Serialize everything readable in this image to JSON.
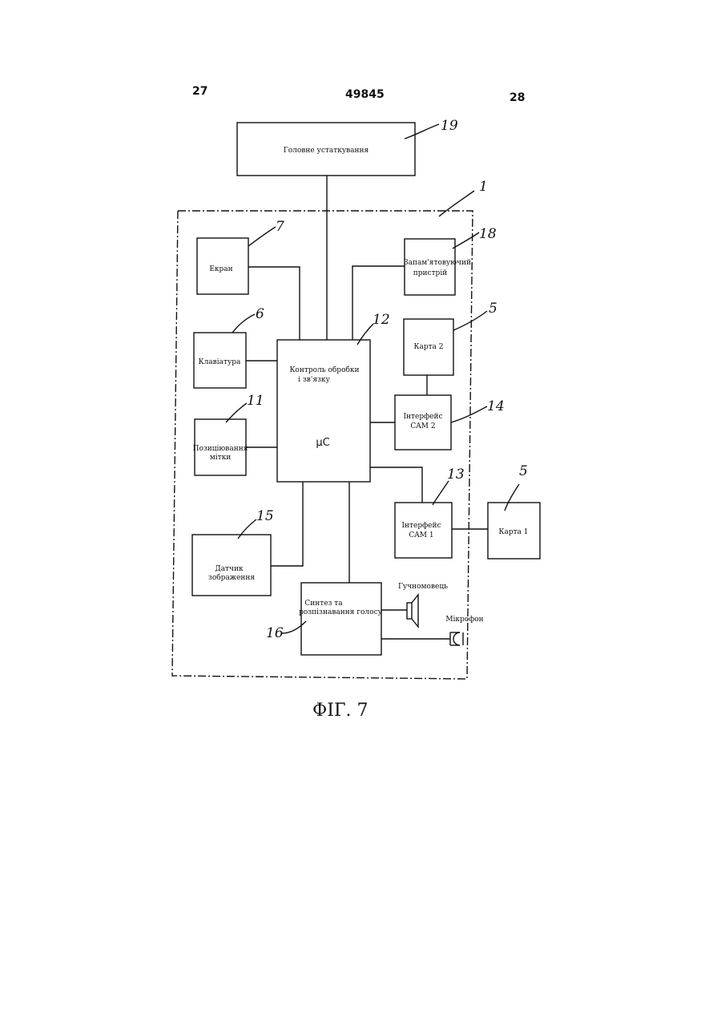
{
  "header": {
    "page_left": "27",
    "patent_number": "49845",
    "page_right": "28"
  },
  "blocks": {
    "head_unit": "Головне устаткування",
    "screen": "Екран",
    "keyboard": "Клавіатура",
    "positioning": [
      "Позиціювання",
      "мітки"
    ],
    "image_sensor": [
      "Датчик",
      "зображення"
    ],
    "memory": [
      "Запам'ятовуючий",
      "пристрій"
    ],
    "controller": [
      "Контроль обробки",
      "і зв'язку"
    ],
    "controller_chip": "μC",
    "card2": "Карта 2",
    "cam2": [
      "Інтерфейс",
      "CAM 2"
    ],
    "cam1": [
      "Інтерфейс",
      "CAM 1"
    ],
    "card1": "Карта 1",
    "voice": [
      "Синтез та",
      "розпізнавання голосу"
    ],
    "speaker": "Гучномовець",
    "microphone": "Мікрофон"
  },
  "refs": {
    "r19": "19",
    "r1": "1",
    "r7": "7",
    "r18": "18",
    "r6": "6",
    "r12": "12",
    "r5a": "5",
    "r11": "11",
    "r14": "14",
    "r13": "13",
    "r5b": "5",
    "r15": "15",
    "r16": "16"
  },
  "caption": "ФІГ. 7"
}
